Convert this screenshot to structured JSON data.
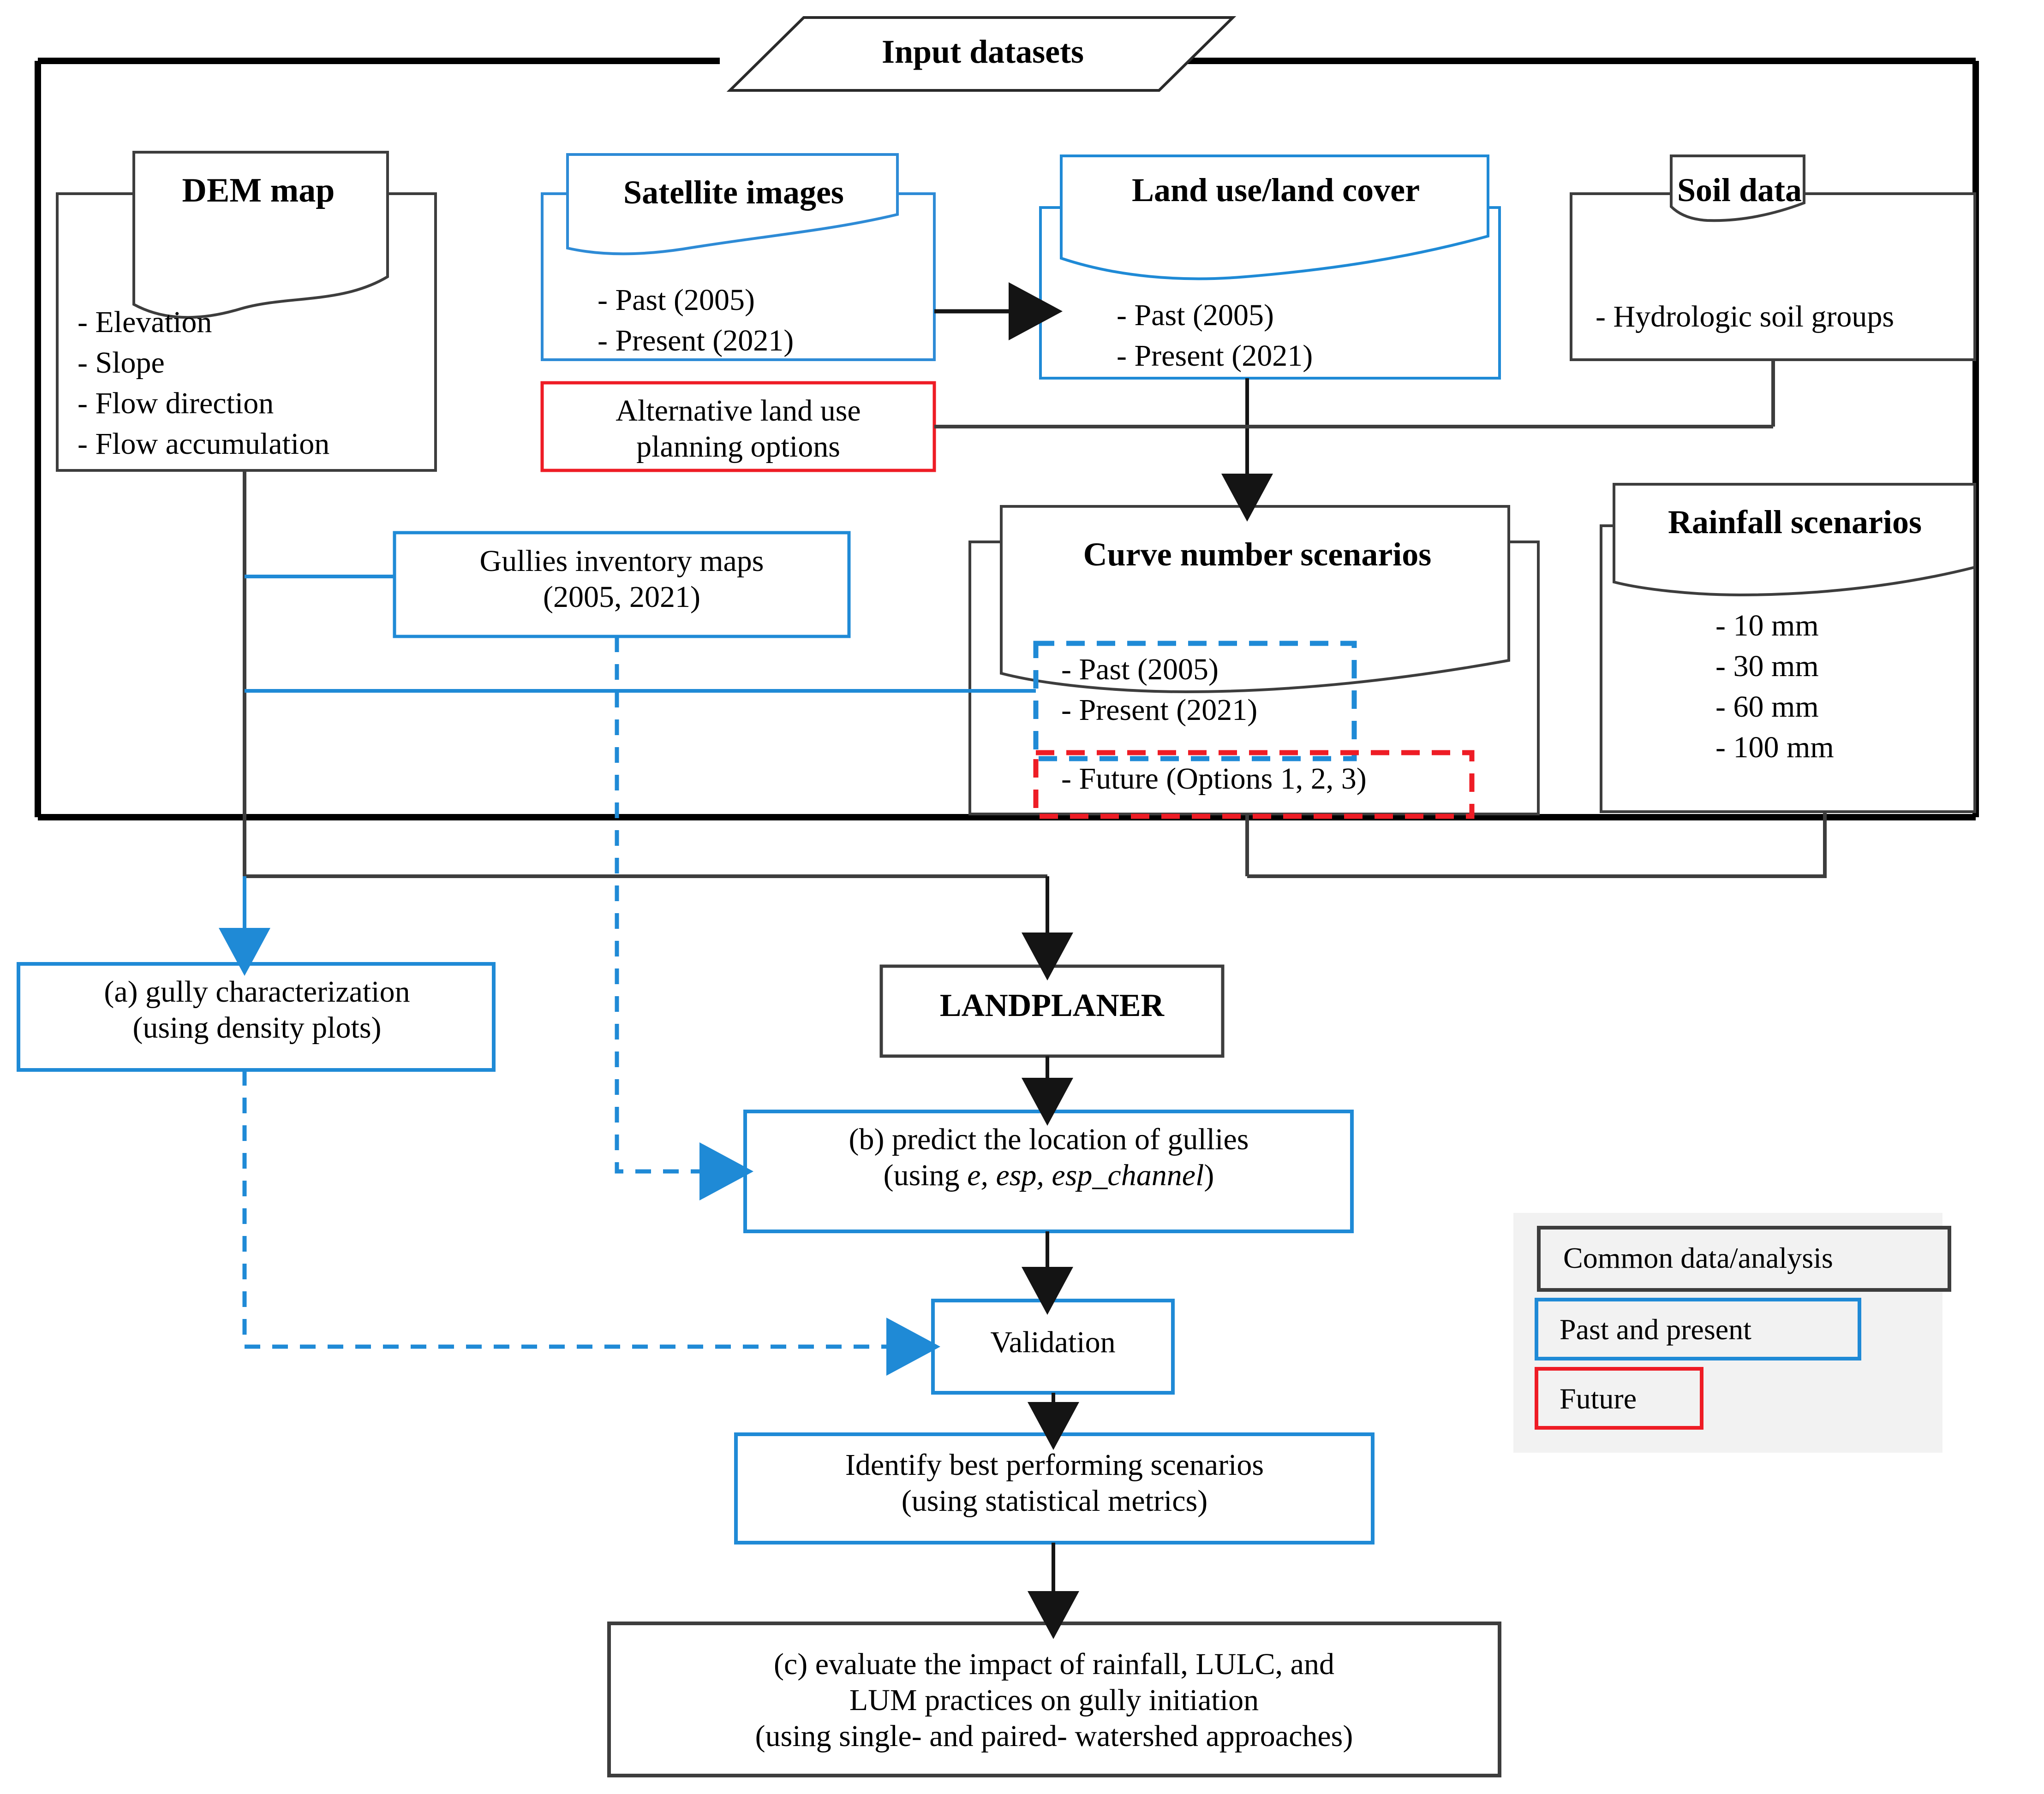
{
  "diagram": {
    "title": "Input datasets",
    "container_label": "Input datasets"
  },
  "input_groups": [
    {
      "id": "dem",
      "title": "DEM map",
      "color": "#3d3d3d",
      "items": [
        "- Elevation",
        "- Slope",
        "- Flow direction",
        "- Flow accumulation"
      ]
    },
    {
      "id": "satellite",
      "title": "Satellite images",
      "color": "#2e8bd6",
      "items": [
        "- Past (2005)",
        "- Present (2021)"
      ]
    },
    {
      "id": "lulc",
      "title": "Land use/land cover",
      "color": "#1f8ad6",
      "items": [
        "- Past (2005)",
        "- Present (2021)"
      ]
    },
    {
      "id": "soil",
      "title": "Soil data",
      "color": "#3d3d3d",
      "items": [
        "- Hydrologic soil groups"
      ]
    },
    {
      "id": "curve_number",
      "title": "Curve number scenarios",
      "color": "#3d3d3d",
      "items": [
        "- Past (2005)",
        "- Present (2021)",
        "- Future (Options 1, 2, 3)"
      ],
      "past_present_group": [
        "- Past (2005)",
        "- Present (2021)"
      ],
      "future_group": [
        "- Future (Options 1, 2, 3)"
      ]
    },
    {
      "id": "rainfall",
      "title": "Rainfall scenarios",
      "color": "#3d3d3d",
      "items": [
        "- 10 mm",
        "- 30 mm",
        "- 60 mm",
        "- 100 mm"
      ]
    }
  ],
  "plain_boxes": {
    "alternative_land_use": "Alternative land use\nplanning options",
    "alternative_land_use_l1": "Alternative land use",
    "alternative_land_use_l2": "planning options",
    "gullies_inventory_l1": "Gullies inventory maps",
    "gullies_inventory_l2": "(2005, 2021)"
  },
  "process_boxes": {
    "gully_characterization_l1": "(a) gully characterization",
    "gully_characterization_l2": "(using density plots)",
    "landplaner": "LANDPLANER",
    "predict_gullies_l1": "(b) predict the location of gullies",
    "predict_gullies_l2_prefix": "(using ",
    "predict_gullies_l2_vars": "e, esp, esp_channel",
    "predict_gullies_l2_suffix": ")",
    "validation": "Validation",
    "identify_best_l1": "Identify best performing scenarios",
    "identify_best_l2": "(using statistical metrics)",
    "evaluate_impact_l1": "(c) evaluate the impact of rainfall, LULC,  and",
    "evaluate_impact_l2": "LUM  practices on gully initiation",
    "evaluate_impact_l3": "(using single- and paired- watershed approaches)"
  },
  "legend": {
    "items": [
      {
        "label": "Common data/analysis",
        "color": "#3d3d3d"
      },
      {
        "label": "Past and present",
        "color": "#1f8ad6"
      },
      {
        "label": "Future",
        "color": "#ee1c25"
      }
    ]
  },
  "colors": {
    "black": "#3d3d3d",
    "blue": "#1f8ad6",
    "red": "#ee1c25",
    "legend_bg": "#f2f2f2"
  }
}
